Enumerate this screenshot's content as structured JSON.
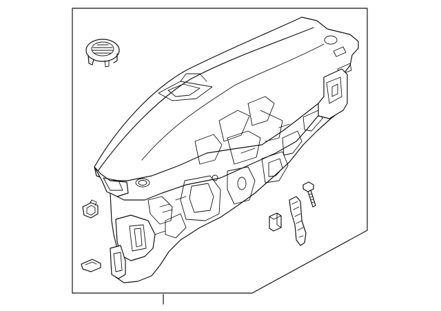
{
  "diagram": {
    "kind": "exploded-parts-diagram",
    "subject": "instrument-panel",
    "colors": {
      "line": "#111111",
      "background": "#ffffff"
    },
    "components": [
      "dashboard-panel",
      "defroster-vent-grille",
      "mounting-clip",
      "retainer-clip",
      "small-bracket",
      "mounting-bolt",
      "support-bracket",
      "callout-leader-line"
    ]
  }
}
